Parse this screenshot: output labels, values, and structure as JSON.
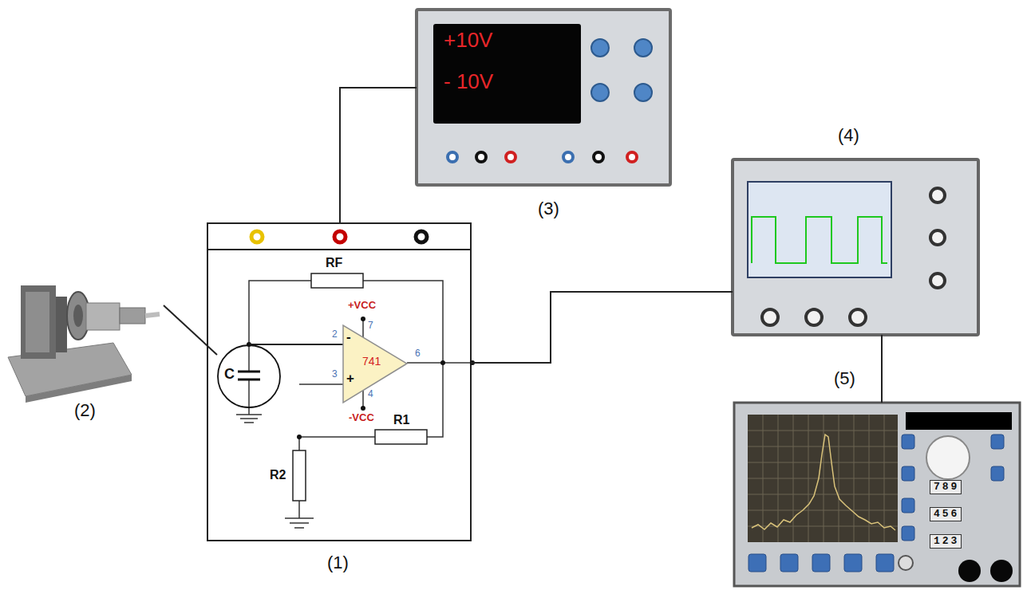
{
  "diagram": {
    "nodes": [
      {
        "text": [
          "+10V",
          "- 10V",
          "(3)"
        ]
      },
      {
        "text": [
          "(4)"
        ]
      },
      {
        "text": [
          "(1)"
        ]
      },
      {
        "text": [
          "C"
        ],
        "in": 2
      },
      {
        "text": [
          "741",
          "-",
          "+"
        ],
        "in": 2
      },
      {
        "text": [
          "(2)"
        ]
      },
      {
        "text": [
          "(5)",
          "789",
          "456",
          "123"
        ]
      }
    ],
    "edges": [
      {
        "from": 0,
        "to": 2,
        "arrow": "none"
      },
      {
        "from": 5,
        "to": 3,
        "arrow": "none"
      },
      {
        "from": 3,
        "to": 4,
        "arrow": "none"
      },
      {
        "from": 2,
        "to": 1,
        "arrow": "none"
      },
      {
        "from": 1,
        "to": 6,
        "arrow": "none"
      }
    ],
    "labels": [
      "RF",
      "+VCC",
      "7",
      "2",
      "6",
      "3",
      "4",
      "-VCC",
      "R1",
      "R2"
    ]
  }
}
